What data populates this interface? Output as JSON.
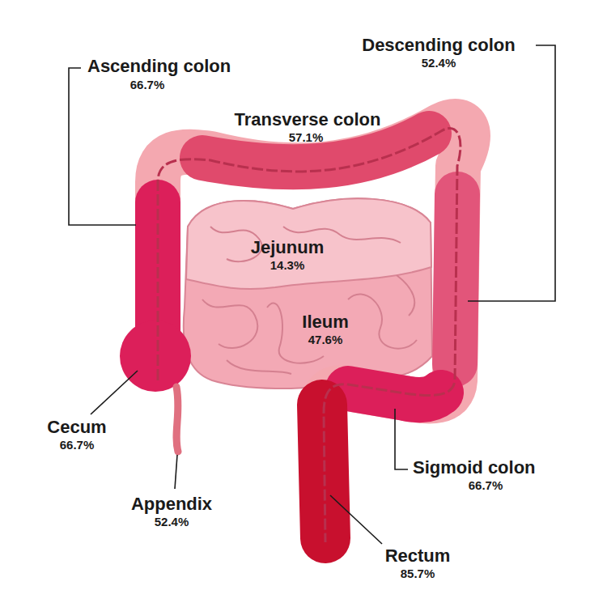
{
  "diagram": {
    "labels": [
      "Ascending colon",
      "66.7%",
      "Descending colon",
      "52.4%",
      "Transverse colon",
      "57.1%",
      "Jejunum",
      "14.3%",
      "Ileum",
      "47.6%",
      "Cecum",
      "66.7%",
      "Appendix",
      "52.4%",
      "Sigmoid colon",
      "66.7%",
      "Rectum",
      "85.7%"
    ]
  }
}
